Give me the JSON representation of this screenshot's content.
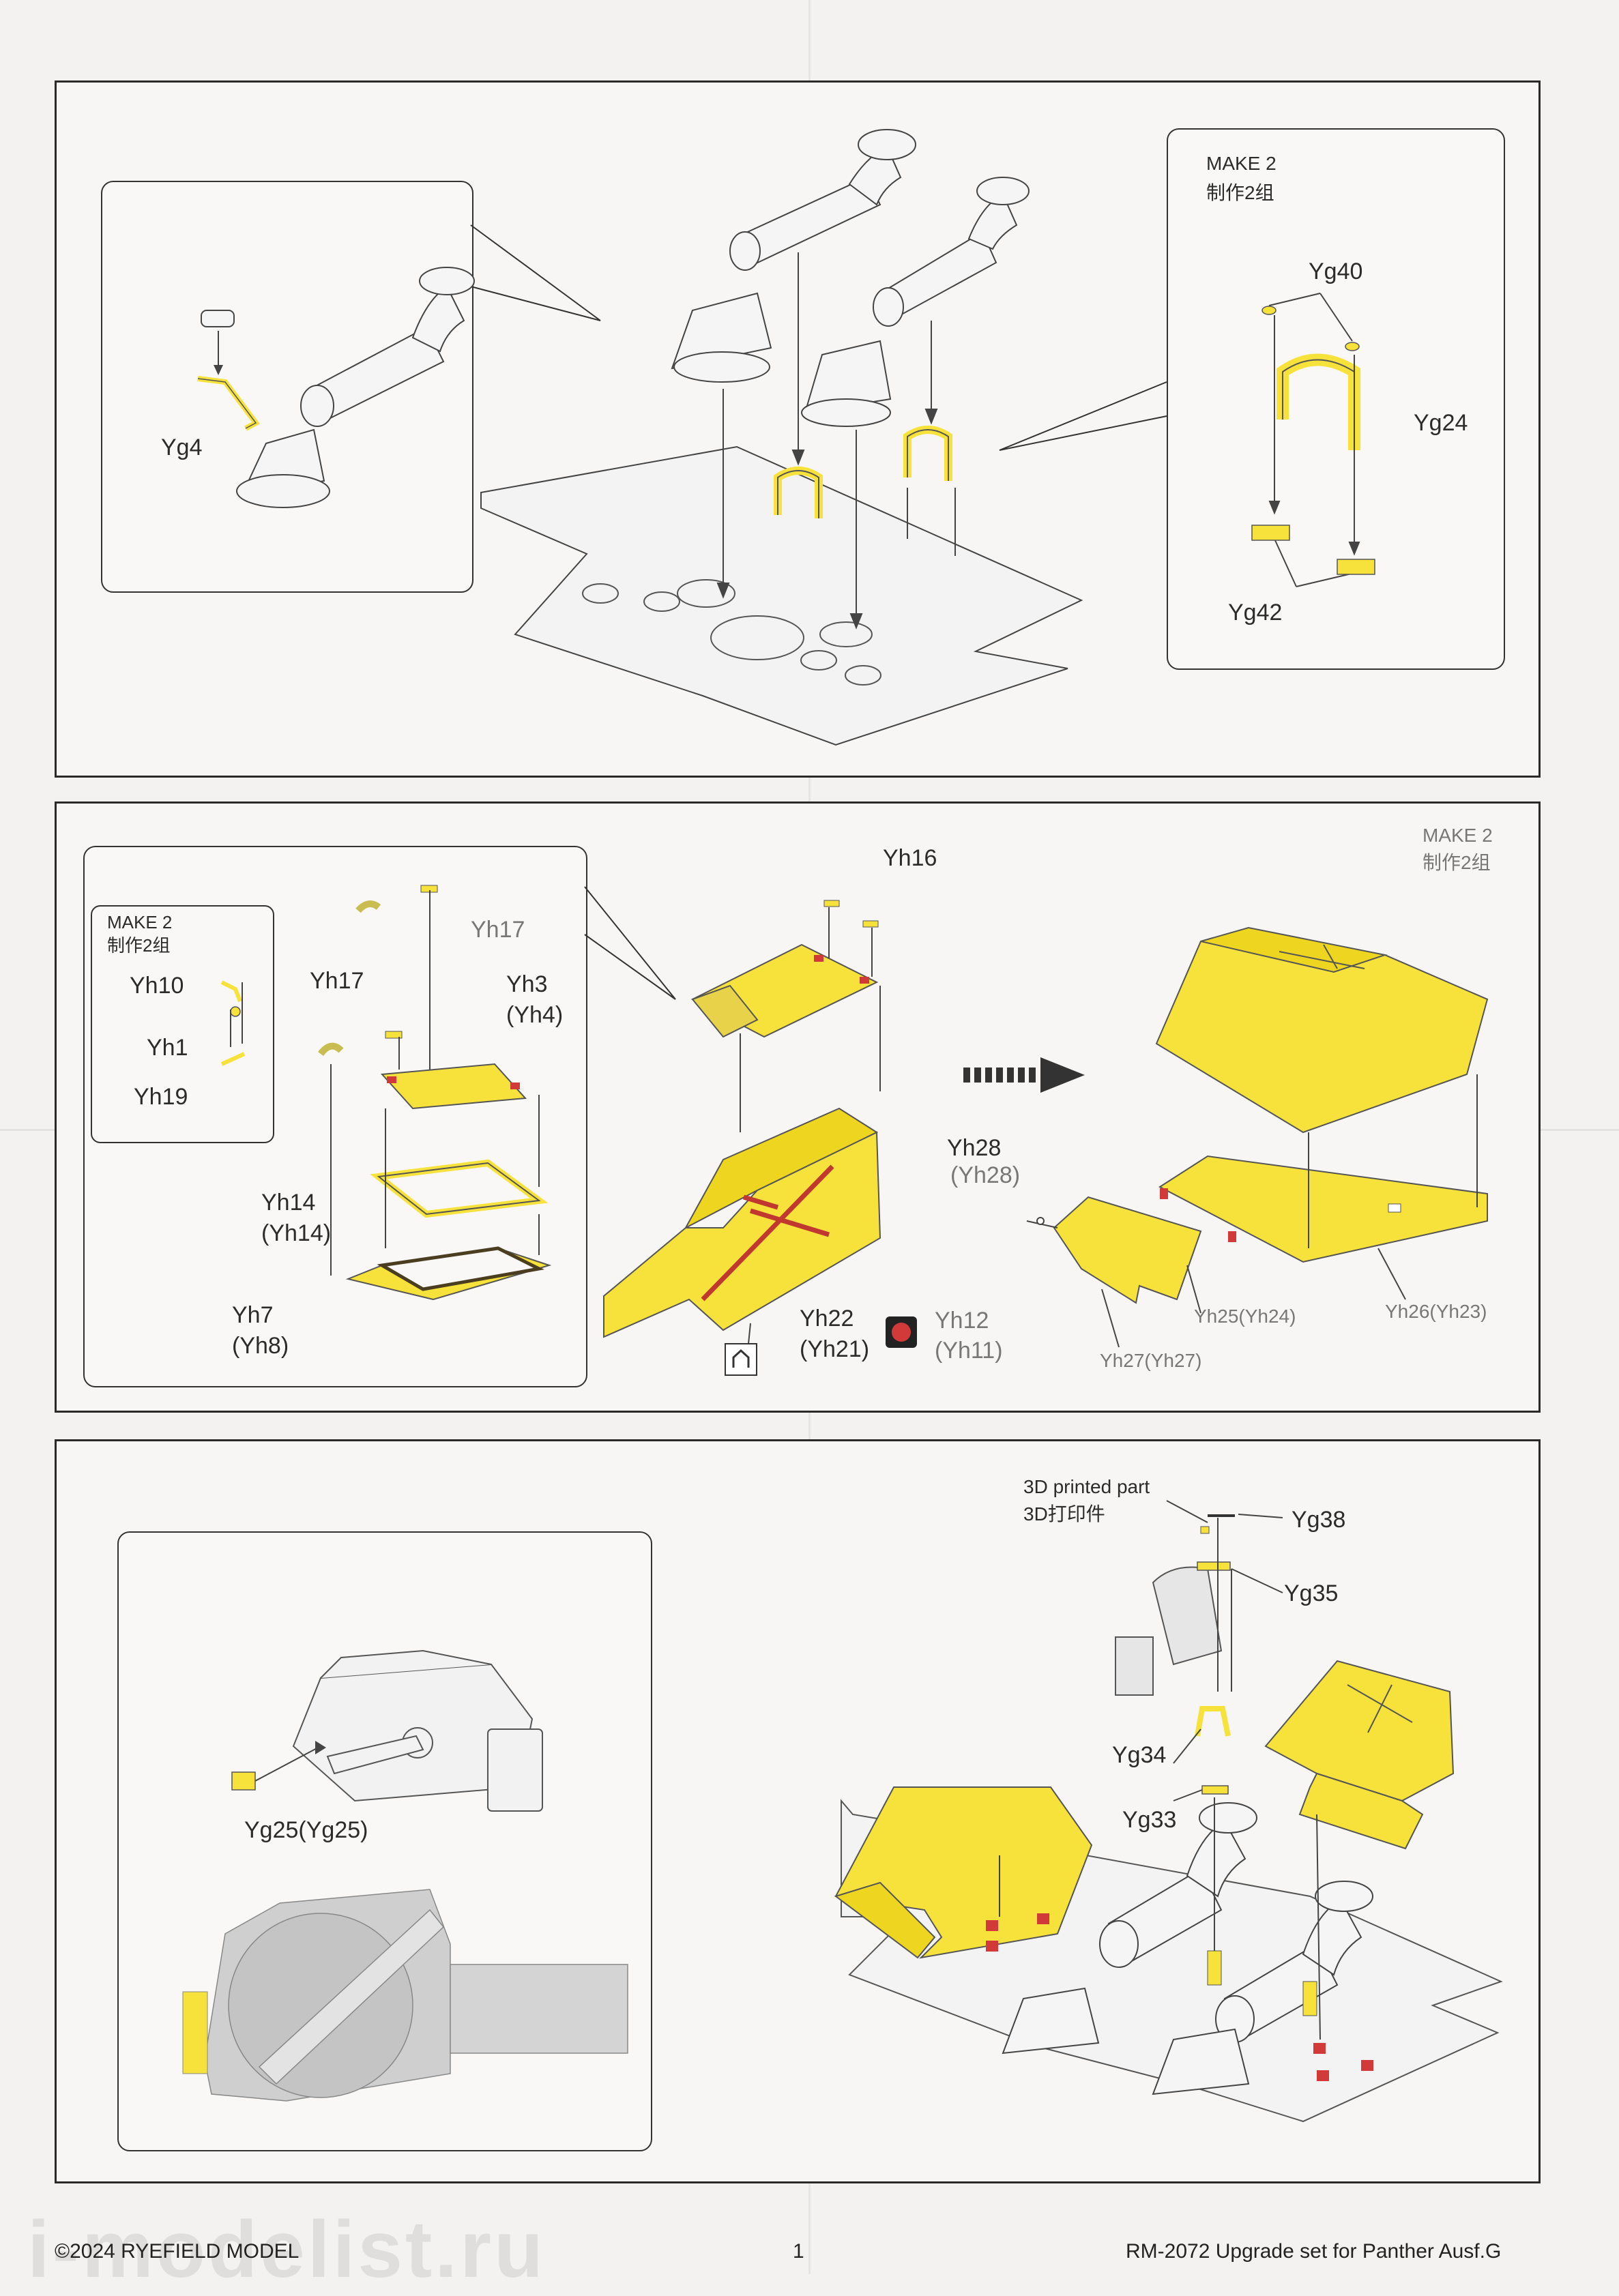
{
  "panel1": {
    "make_box": {
      "title": "MAKE 2",
      "subtitle": "制作2组"
    },
    "labels": {
      "yg4": "Yg4",
      "yg40": "Yg40",
      "yg24": "Yg24",
      "yg42": "Yg42"
    }
  },
  "panel2": {
    "make_right": {
      "title": "MAKE 2",
      "subtitle": "制作2组"
    },
    "make_inset": {
      "title": "MAKE 2",
      "subtitle": "制作2组"
    },
    "labels": {
      "yh10": "Yh10",
      "yh1": "Yh1",
      "yh19": "Yh19",
      "yh17a": "Yh17",
      "yh17b": "Yh17",
      "yh3": "Yh3",
      "yh4": "(Yh4)",
      "yh14": "Yh14",
      "yh14b": "(Yh14)",
      "yh7": "Yh7",
      "yh8": "(Yh8)",
      "yh16": "Yh16",
      "yh22": "Yh22",
      "yh21": "(Yh21)",
      "yh12": "Yh12",
      "yh11": "(Yh11)",
      "yh28": "Yh28",
      "yh28b": "(Yh28)",
      "yh25": "Yh25(Yh24)",
      "yh26": "Yh26(Yh23)",
      "yh27": "Yh27(Yh27)"
    }
  },
  "panel3": {
    "labels": {
      "printed_en": "3D printed part",
      "printed_cn": "3D打印件",
      "yg38": "Yg38",
      "yg35": "Yg35",
      "yg34": "Yg34",
      "yg33": "Yg33",
      "yg25": "Yg25(Yg25)"
    }
  },
  "footer": {
    "left": "©2024 RYEFIELD MODEL",
    "page": "1",
    "right": "RM-2072 Upgrade set for Panther Ausf.G"
  },
  "watermark": "i-modelist.ru",
  "colors": {
    "part_yellow": "#f6e23a",
    "accent_red": "#d23a3a",
    "line": "#333333"
  }
}
